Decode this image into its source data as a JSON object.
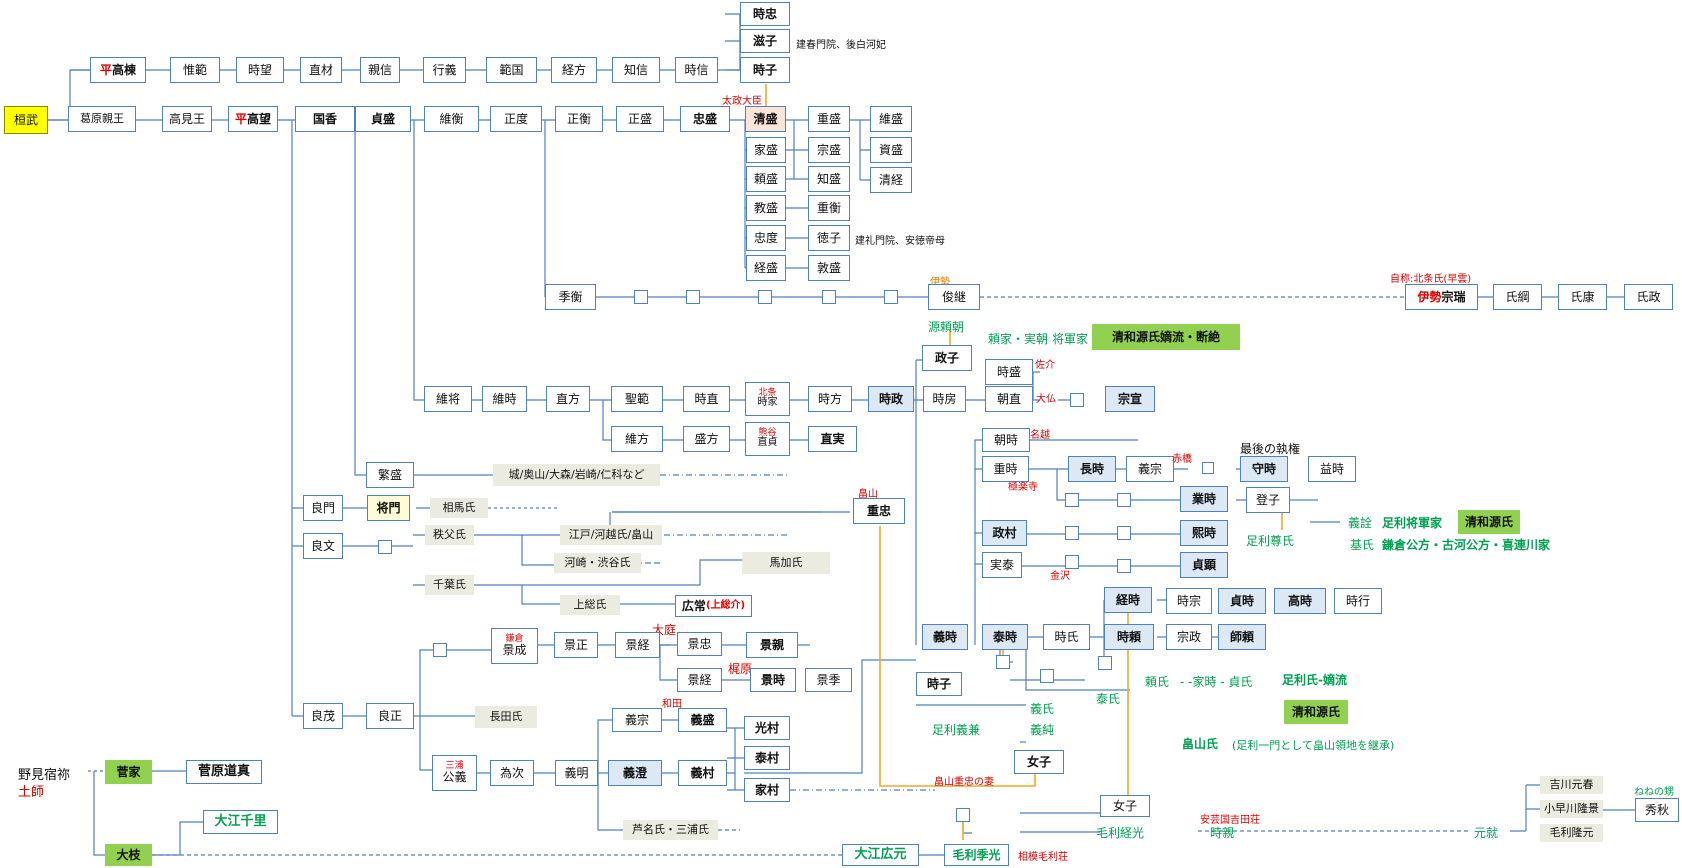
{
  "nodes": {
    "kanmu": "桓武",
    "kazurahara": "葛原親王",
    "takami": "高見王",
    "takamochi_pre": "平",
    "takamochi": "高望",
    "takamune_pre": "平",
    "takamune": "高棟",
    "korenori": "惟範",
    "tokimochi": "時望",
    "naoki": "直材",
    "chikanobu": "親信",
    "yukiyoshi": "行義",
    "norikuni": "範国",
    "tsunekata": "経方",
    "tomonobu": "知信",
    "tokinobu": "時信",
    "tokitada": "時忠",
    "shigeko": "滋子",
    "tokiko": "時子",
    "kunika": "国香",
    "sadamori": "貞盛",
    "korehira": "維衡",
    "masanori": "正度",
    "masahira": "正衡",
    "masamori": "正盛",
    "tadamori": "忠盛",
    "kiyomori": "清盛",
    "shigemori": "重盛",
    "koremori": "維盛",
    "sukemori": "資盛",
    "kiyotsune": "清経",
    "iemori": "家盛",
    "munemori": "宗盛",
    "yorimori": "頼盛",
    "tomomori": "知盛",
    "norimori": "教盛",
    "shigehira": "重衡",
    "tadanori": "忠度",
    "tokuko": "徳子",
    "tsunemori": "経盛",
    "atsumori": "敦盛",
    "suehira": "季衡",
    "toshitsugu": "俊継",
    "ise_sozui_pre": "伊勢",
    "ise_sozui": "宗瑞",
    "ujitsuna": "氏綱",
    "ujiyasu": "氏康",
    "ujimasa": "氏政",
    "koremochi": "維将",
    "koretoki": "維時",
    "naokata": "直方",
    "kiyonori": "聖範",
    "tokinao": "時直",
    "tokiie_top": "北条",
    "tokiie": "時家",
    "tokikata": "時方",
    "tokimasa": "時政",
    "korekata": "維方",
    "morikata": "盛方",
    "naoie_top": "熊谷",
    "naoie": "直貞",
    "naozane": "直実",
    "shigemori2": "繁盛",
    "masako": "政子",
    "tokifusa": "時房",
    "tokimori": "時盛",
    "tomonao": "朝直",
    "munenobu": "宗宣",
    "tomotoki": "朝時",
    "shigetoki": "重時",
    "nagatoki": "長時",
    "yoshimune": "義宗",
    "moritoki": "守時",
    "masutoki": "益時",
    "naritoki": "業時",
    "teruko": "登子",
    "masamura": "政村",
    "hirotoki": "熙時",
    "sanetoki": "実泰",
    "sadaaki": "貞顕",
    "yoshitoki": "義時",
    "yasutoki": "泰時",
    "tokiuji": "時氏",
    "tsunetoki": "経時",
    "tokiyori": "時頼",
    "tokimune": "時宗",
    "sadatoki": "貞時",
    "takatoki": "高時",
    "tokiyuki": "時行",
    "munemasa": "宗政",
    "morotoki": "師頼",
    "nyoshi": "女子",
    "nyoshi2": "女子",
    "tokiko2": "時子",
    "shigetada": "重忠",
    "ryomon": "良門",
    "masakado": "将門",
    "yoshifumi": "良文",
    "yoshimochi": "良茂",
    "yoshimasa": "良正",
    "kagenari_top": "鎌倉",
    "kagenari": "景成",
    "kagemasa": "景正",
    "kagetsune": "景経",
    "kagetada": "景忠",
    "kagechika": "景親",
    "kagetsune2": "景経",
    "kagetoki": "景時",
    "kagesue": "景季",
    "tamemichi_top": "三浦",
    "tamemichi": "公義",
    "tametsugu": "為次",
    "yoshiaki": "義明",
    "yoshimune2": "義宗",
    "yoshimori": "義盛",
    "yoshizumi": "義澄",
    "yoshimura": "義村",
    "mitsumura": "光村",
    "yasumura": "泰村",
    "iemura": "家村",
    "hirotsune_pre": "広常",
    "hirotsune_suf": "(上総介)",
    "kanke": "菅家",
    "michizane": "菅原道真",
    "oeda": "大枝",
    "oe_chisato": "大江千里",
    "oe_hiromoto": "大江広元",
    "mori_suemitsu": "毛利季光"
  },
  "clans": {
    "soma": "相馬氏",
    "chichibu": "秩父氏",
    "edo": "江戸/河越氏/畠山",
    "kawasaki": "河崎・渋谷氏",
    "chiba": "千葉氏",
    "kazusa": "上総氏",
    "makazu": "馬加氏",
    "nagata": "長田氏",
    "ashina": "芦名氏・三浦氏",
    "shiro": "城/奥山/大森/岩崎/仁科など",
    "kikkawa": "吉川元春",
    "kobayakawa": "小早川隆景",
    "mori_takamoto": "毛利隆元"
  },
  "green_boxes": {
    "seiwa1": "清和源氏嫡流・断絶",
    "seiwa2": "清和源氏",
    "seiwa3": "清和源氏"
  },
  "labels": {
    "kenshun": "建春門院、後白河妃",
    "kenrei": "建礼門院、安徳帝母",
    "dajo": "太政大臣",
    "ise": "伊勢",
    "jisho": "自称:北条氏(早雲)",
    "yoritomo": "源頼朝",
    "yoriie": "頼家・実朝",
    "shogun": "将軍家",
    "sasuke": "佐介",
    "osaragi": "大仏",
    "nagoe": "名越",
    "akahashi": "赤橋",
    "last_shikken": "最後の執権",
    "gokurakuji": "極楽寺",
    "kanazawa": "金沢",
    "hatakeyama_top": "畠山",
    "yoshikane_ashikaga": "義詮",
    "ashikaga_shogun": "足利将軍家",
    "takauji": "足利尊氏",
    "motouji": "基氏",
    "kamakura_kubo": "鎌倉公方・古河公方・喜連川家",
    "yoriuji": "頼氏",
    "ietoki_sadauji": "- -家時 - 貞氏",
    "ashikaga_chakuryu": "足利氏-嫡流",
    "yasuji": "泰氏",
    "yoshiuji": "義氏",
    "ashikaga_yoshikane": "足利義兼",
    "yoshizumi2": "義純",
    "hatakeyama_shi": "畠山氏",
    "hatakeyama_note": "(足利一門として畠山領地を継承)",
    "hatakeyama_wife": "畠山重忠の妻",
    "oba": "大庭",
    "kajiwara": "梶原",
    "wada": "和田",
    "nomi_pre": "野見宿祢",
    "haji": "土師",
    "mori_tsunemitsu": "毛利経光",
    "aki_yoshida": "安芸国吉田荘",
    "tokichika": "時親",
    "motonari": "元就",
    "sagami_mori": "相模毛利荘",
    "nene": "ねねの甥",
    "hideaki": "秀秋"
  }
}
